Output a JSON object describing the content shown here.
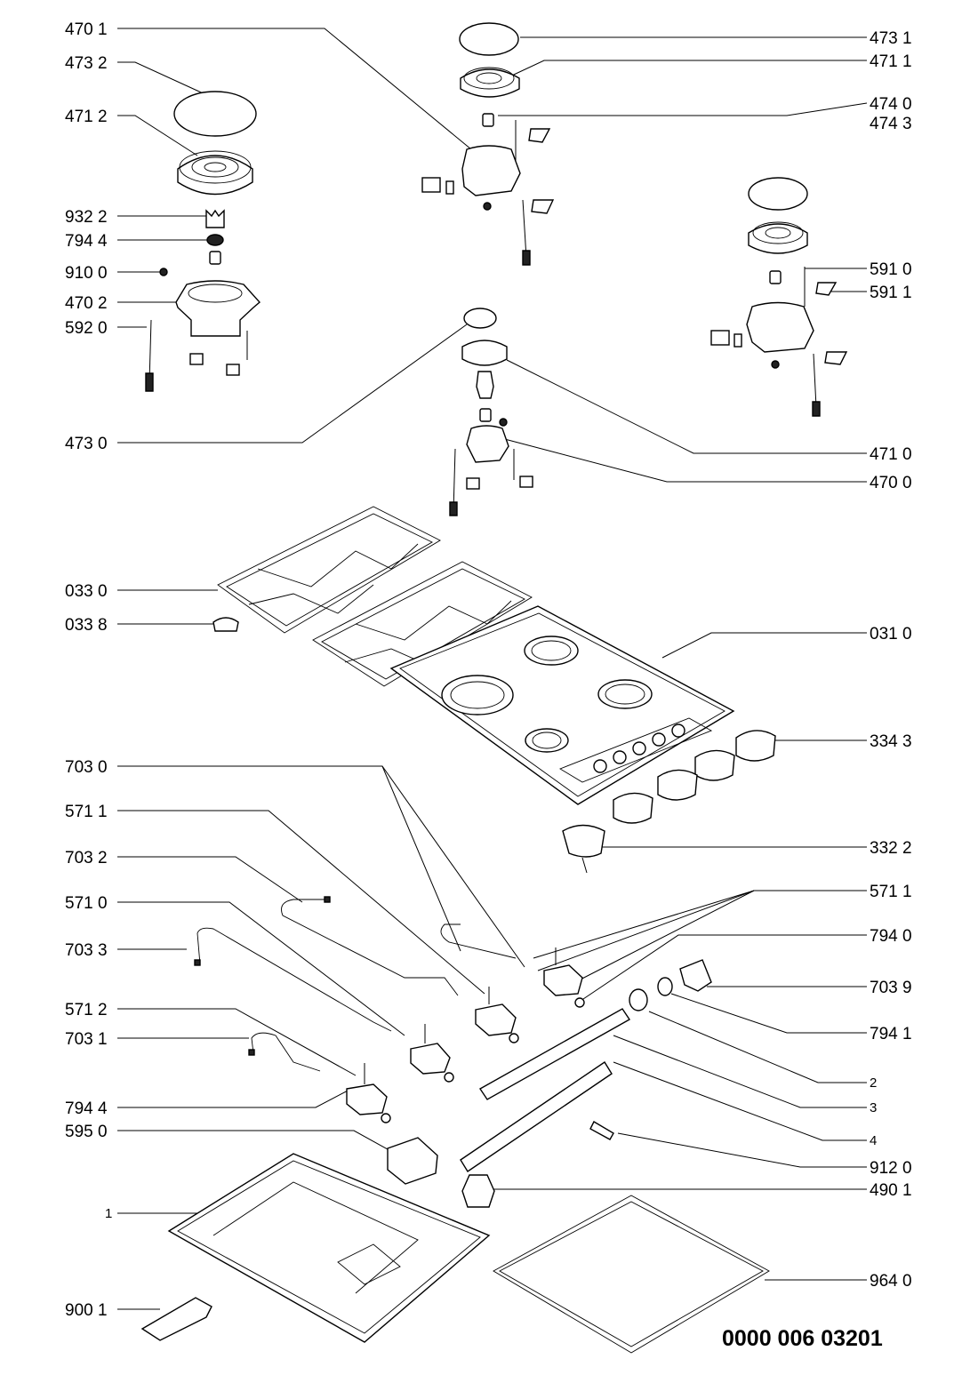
{
  "diagram": {
    "drawing_code": "0000 006 03201",
    "callouts": [
      {
        "id": "c-470-1",
        "text": "470 1"
      },
      {
        "id": "c-473-2",
        "text": "473 2"
      },
      {
        "id": "c-471-2",
        "text": "471 2"
      },
      {
        "id": "c-932-2",
        "text": "932 2"
      },
      {
        "id": "c-794-4-top",
        "text": "794 4"
      },
      {
        "id": "c-910-0",
        "text": "910 0"
      },
      {
        "id": "c-470-2",
        "text": "470 2"
      },
      {
        "id": "c-592-0",
        "text": "592 0"
      },
      {
        "id": "c-473-0",
        "text": "473 0"
      },
      {
        "id": "c-033-0",
        "text": "033 0"
      },
      {
        "id": "c-033-8",
        "text": "033 8"
      },
      {
        "id": "c-703-0",
        "text": "703 0"
      },
      {
        "id": "c-571-1-left",
        "text": "571 1"
      },
      {
        "id": "c-703-2",
        "text": "703 2"
      },
      {
        "id": "c-571-0",
        "text": "571 0"
      },
      {
        "id": "c-703-3",
        "text": "703 3"
      },
      {
        "id": "c-571-2",
        "text": "571 2"
      },
      {
        "id": "c-703-1",
        "text": "703 1"
      },
      {
        "id": "c-794-4-bottom",
        "text": "794 4"
      },
      {
        "id": "c-595-0",
        "text": "595 0"
      },
      {
        "id": "c-1",
        "text": "1"
      },
      {
        "id": "c-900-1",
        "text": "900 1"
      },
      {
        "id": "c-473-1",
        "text": "473 1"
      },
      {
        "id": "c-471-1",
        "text": "471 1"
      },
      {
        "id": "c-474-0",
        "text": "474 0"
      },
      {
        "id": "c-474-3",
        "text": "474 3"
      },
      {
        "id": "c-591-0",
        "text": "591 0"
      },
      {
        "id": "c-591-1",
        "text": "591 1"
      },
      {
        "id": "c-471-0",
        "text": "471 0"
      },
      {
        "id": "c-470-0",
        "text": "470 0"
      },
      {
        "id": "c-031-0",
        "text": "031 0"
      },
      {
        "id": "c-334-3",
        "text": "334 3"
      },
      {
        "id": "c-332-2",
        "text": "332 2"
      },
      {
        "id": "c-571-1-right",
        "text": "571 1"
      },
      {
        "id": "c-794-0",
        "text": "794 0"
      },
      {
        "id": "c-703-9",
        "text": "703 9"
      },
      {
        "id": "c-794-1",
        "text": "794 1"
      },
      {
        "id": "c-2",
        "text": "2"
      },
      {
        "id": "c-3",
        "text": "3"
      },
      {
        "id": "c-4",
        "text": "4"
      },
      {
        "id": "c-912-0",
        "text": "912 0"
      },
      {
        "id": "c-490-1",
        "text": "490 1"
      },
      {
        "id": "c-964-0",
        "text": "964 0"
      }
    ]
  }
}
